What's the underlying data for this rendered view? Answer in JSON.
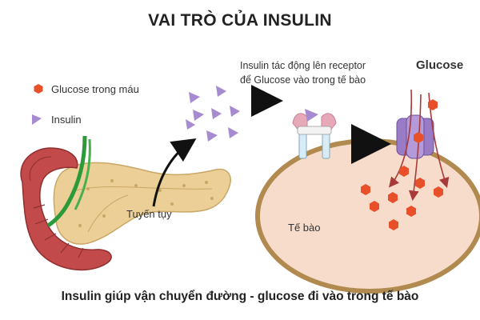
{
  "title": "VAI TRÒ CỦA INSULIN",
  "caption": "Insulin giúp vận chuyển đường - glucose đi vào trong tế bào",
  "legend": {
    "glucose": "Glucose trong máu",
    "insulin": "Insulin"
  },
  "labels": {
    "pancreas": "Tuyến tụy",
    "receptor_line1": "Insulin tác động lên receptor",
    "receptor_line2": "để Glucose vào trong tế bào",
    "glucose": "Glucose",
    "cell": "Tế bào"
  },
  "colors": {
    "glucose": "#e8502a",
    "insulin": "#a78bd0",
    "cell_fill": "#f8dccb",
    "cell_border": "#b08a4e",
    "pancreas": "#eccf96",
    "duodenum": "#c24a4a",
    "channel": "#9a7cc6",
    "arrow_inward": "#a83a3a"
  }
}
